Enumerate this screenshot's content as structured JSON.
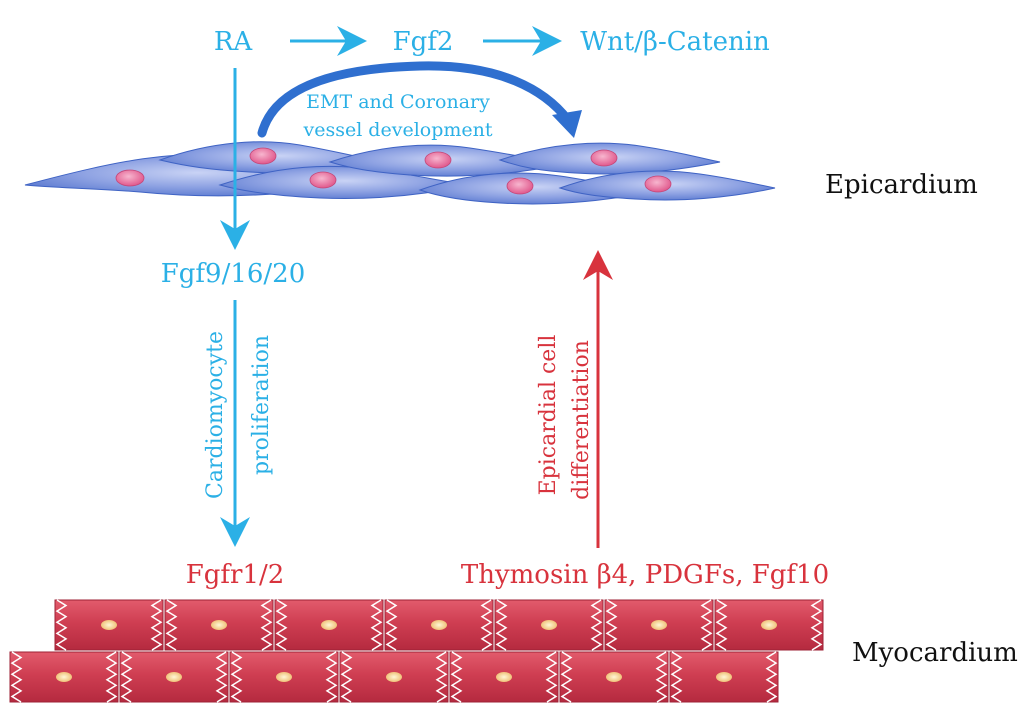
{
  "colors": {
    "signal_blue": "#2bb0e6",
    "signal_red": "#d8333d",
    "epicardial_cell": "#7f9ae0",
    "nucleus": "#e86f9c",
    "myocyte": "#d8485c",
    "label_black": "#111111"
  },
  "pathway": {
    "ra": "RA",
    "fgf2": "Fgf2",
    "wnt": "Wnt/β-Catenin",
    "emt_line1": "EMT and Coronary",
    "emt_line2": "vessel development"
  },
  "layers": {
    "epicardium": "Epicardium",
    "myocardium": "Myocardium"
  },
  "signals": {
    "fgf9": "Fgf9/16/20",
    "cardio_line1": "Cardiomyocyte",
    "cardio_line2": "proliferation",
    "fgfr": "Fgfr1/2",
    "thymosin": "Thymosin β4, PDGFs, Fgf10",
    "epi_line1": "Epicardial cell",
    "epi_line2": "differentiation"
  }
}
